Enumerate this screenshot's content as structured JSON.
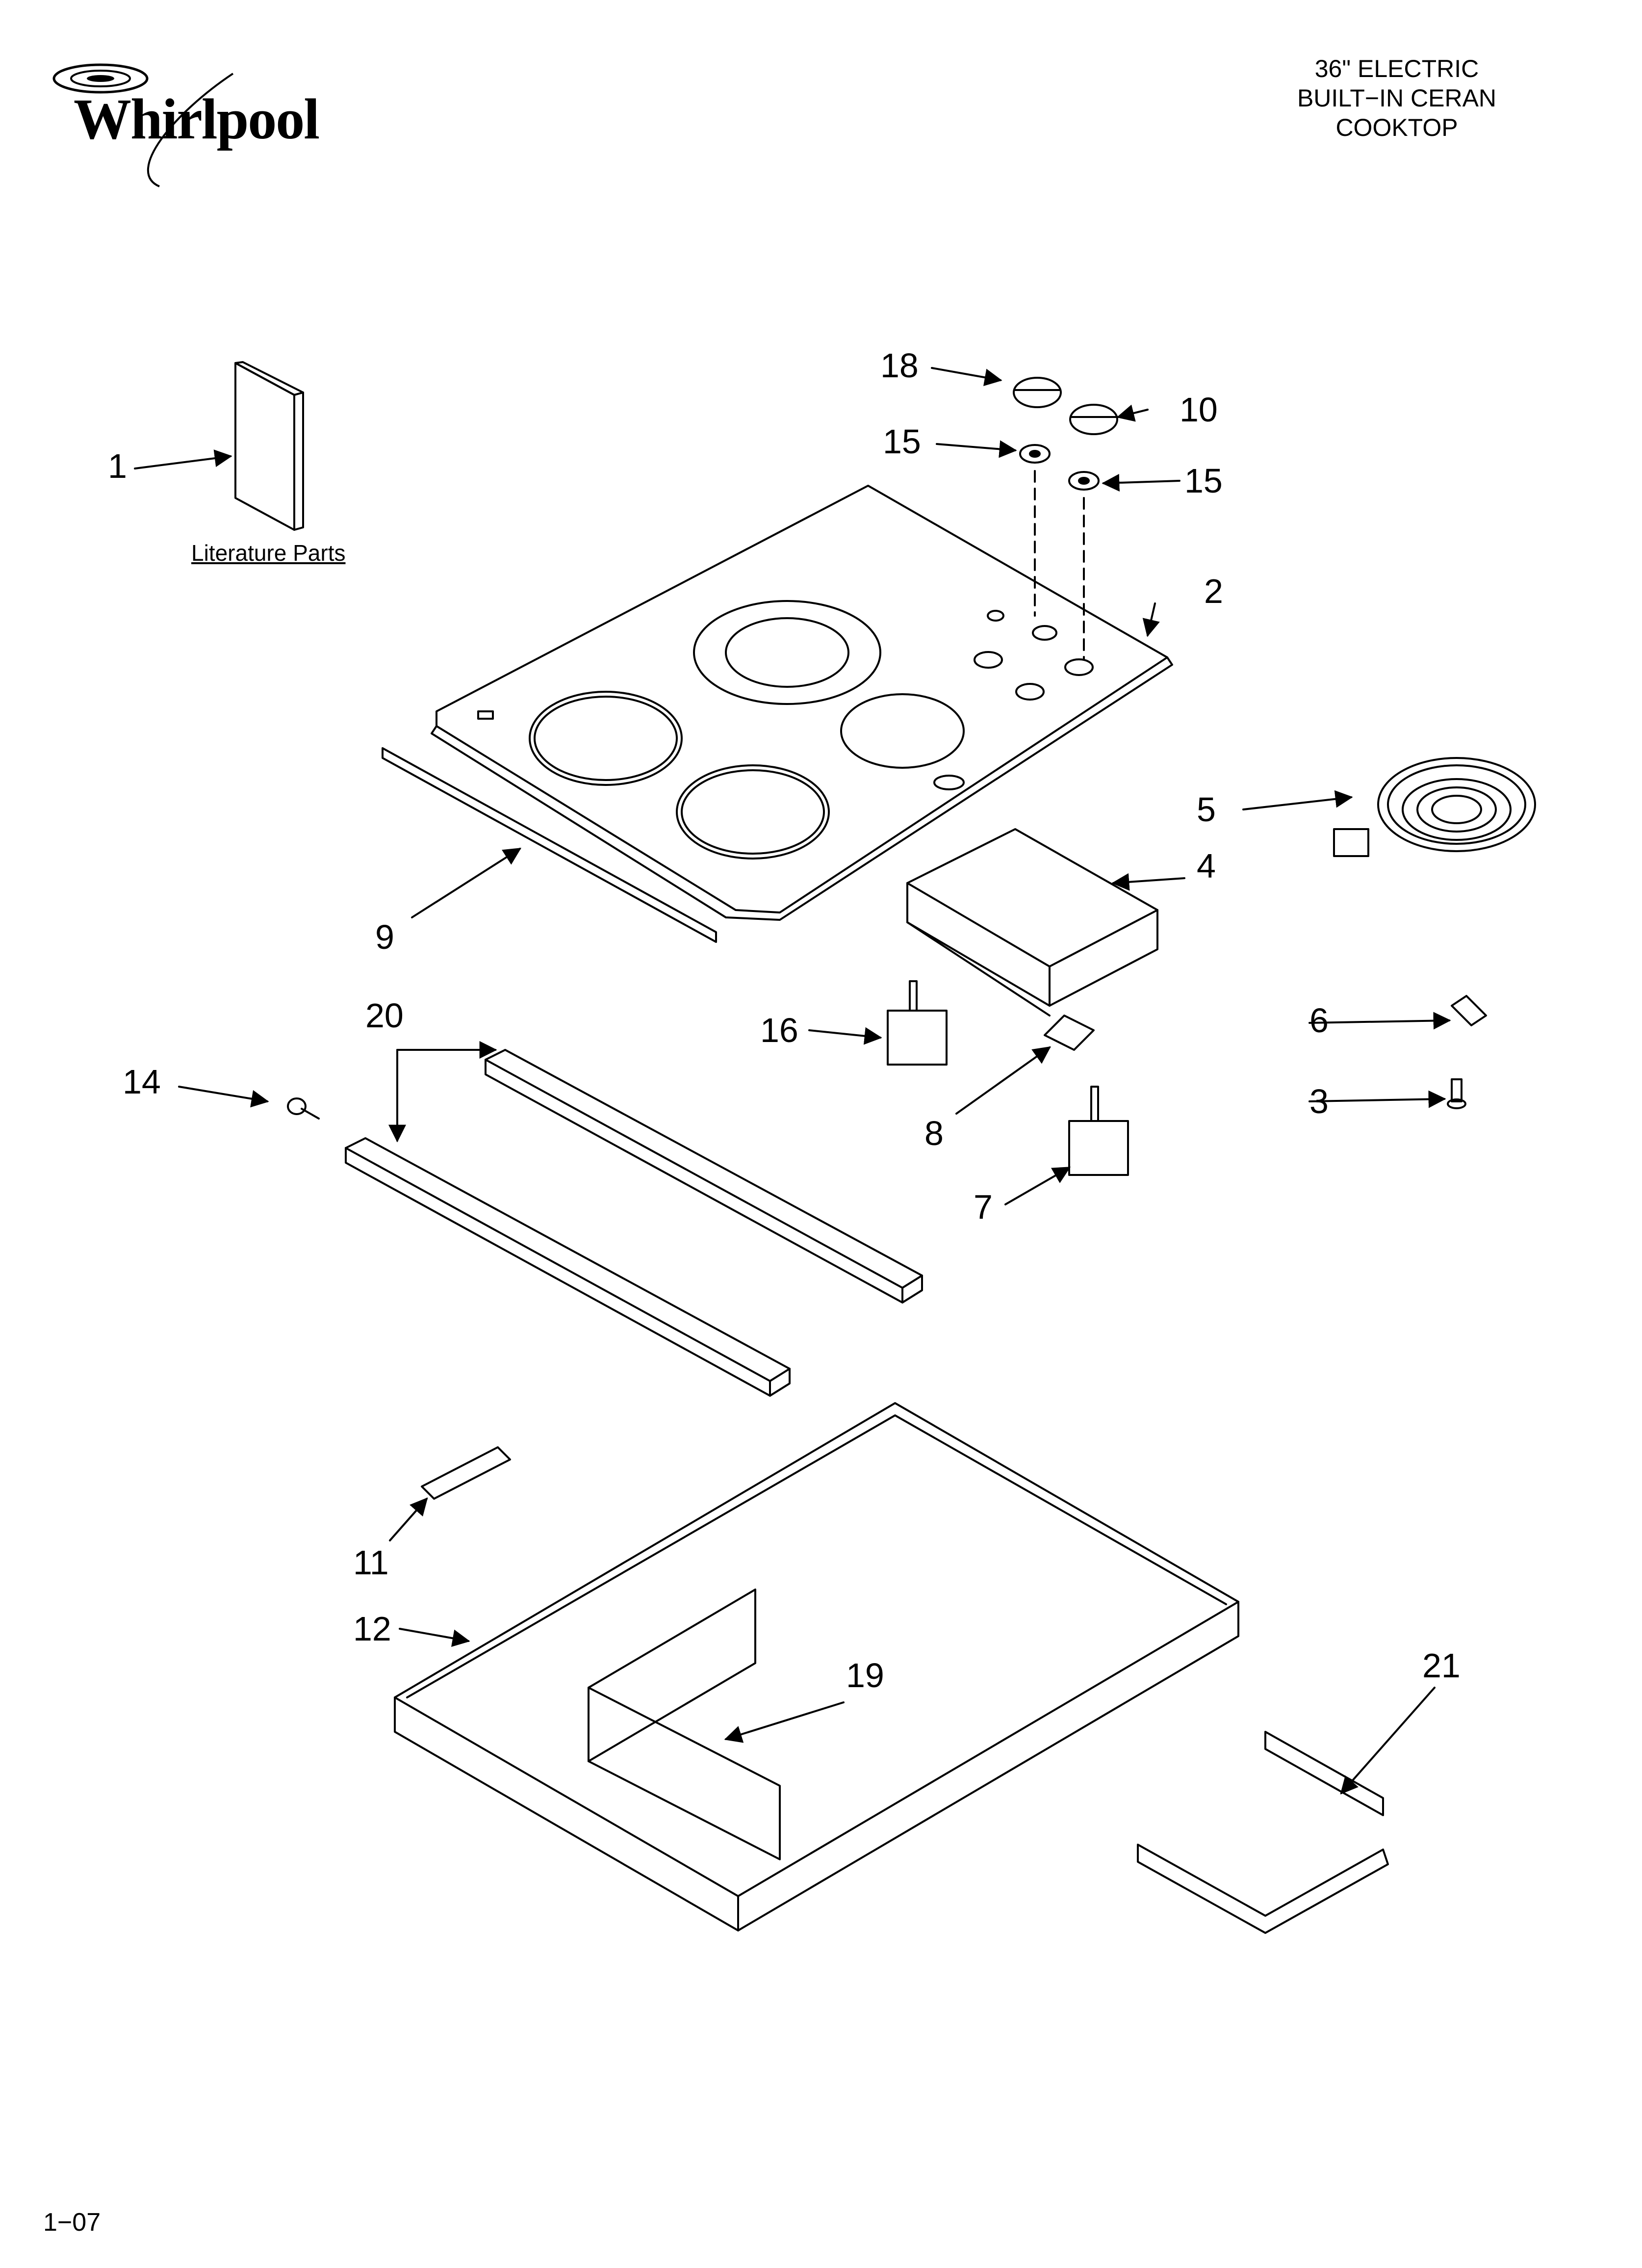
{
  "header": {
    "brand": "Whirlpool",
    "title_lines": [
      "36\" ELECTRIC",
      "BUILT−IN CERAN",
      "COOKTOP"
    ]
  },
  "literature_label": "Literature Parts",
  "footer_code": "1−07",
  "callouts": {
    "c1": "1",
    "c2": "2",
    "c3": "3",
    "c4": "4",
    "c5": "5",
    "c6": "6",
    "c7": "7",
    "c8": "8",
    "c9": "9",
    "c10": "10",
    "c11": "11",
    "c12": "12",
    "c14": "14",
    "c15a": "15",
    "c15b": "15",
    "c16": "16",
    "c18": "18",
    "c19": "19",
    "c20": "20",
    "c21": "21"
  }
}
